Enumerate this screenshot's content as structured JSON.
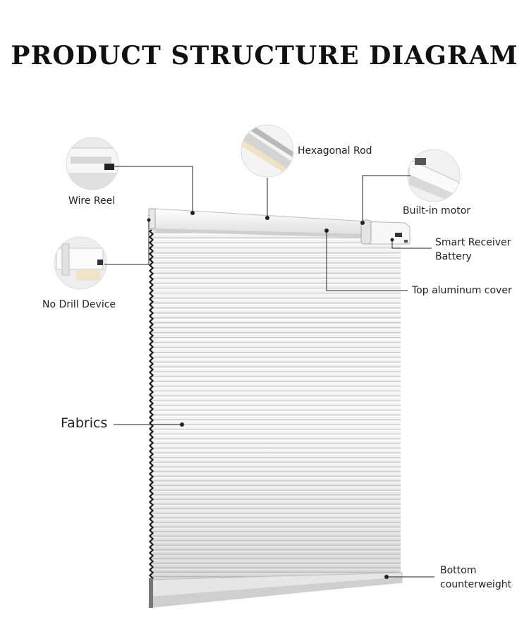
{
  "title": "PRODUCT STRUCTURE DIAGRAM",
  "labels": {
    "wire_reel": "Wire Reel",
    "hexagonal_rod": "Hexagonal Rod",
    "built_in_motor": "Built-in motor",
    "smart_receiver": "Smart Receiver",
    "battery": "Battery",
    "top_aluminum_cover": "Top aluminum cover",
    "no_drill_device": "No Drill Device",
    "fabrics": "Fabrics",
    "bottom": "Bottom",
    "counterweight": "counterweight"
  },
  "colors": {
    "line": "#222222",
    "fabric_light": "#f2f2f2",
    "fabric_pleat": "#c9c9c9",
    "rail": "#f4f4f4",
    "rail_edge": "#bdbdbd"
  },
  "icons": {
    "wire_reel": "wire-reel-photo-icon",
    "hexagonal_rod": "hexagonal-rod-photo-icon",
    "built_in_motor": "motor-photo-icon",
    "no_drill_device": "bracket-photo-icon"
  }
}
